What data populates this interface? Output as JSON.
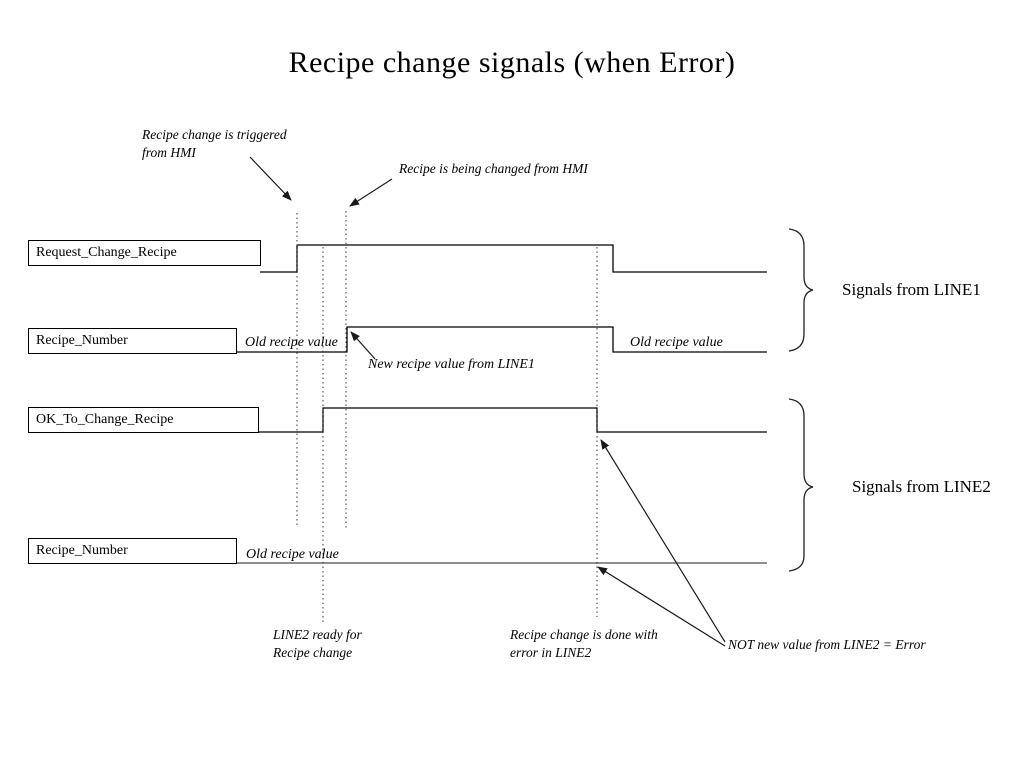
{
  "title": "Recipe change signals (when Error)",
  "signals": {
    "request_change_recipe": {
      "label": "Request_Change_Recipe"
    },
    "recipe_number_line1": {
      "label": "Recipe_Number",
      "old_left": "Old recipe value",
      "old_right": "Old recipe value",
      "new_label": "New recipe value from LINE1"
    },
    "ok_to_change_recipe": {
      "label": "OK_To_Change_Recipe"
    },
    "recipe_number_line2": {
      "label": "Recipe_Number",
      "old_left": "Old recipe value"
    }
  },
  "annotations": {
    "trigger": "Recipe change is triggered\nfrom HMI",
    "changing": "Recipe is being changed from HMI",
    "line2_ready": "LINE2 ready for\nRecipe change",
    "done_error": "Recipe change is done with\nerror in LINE2",
    "not_new_value": "NOT new value from LINE2 = Error"
  },
  "groups": {
    "line1": "Signals from LINE1",
    "line2": "Signals from LINE2"
  },
  "colors": {
    "ink": "#000000",
    "line2_value_line": "#8f8f8f"
  }
}
